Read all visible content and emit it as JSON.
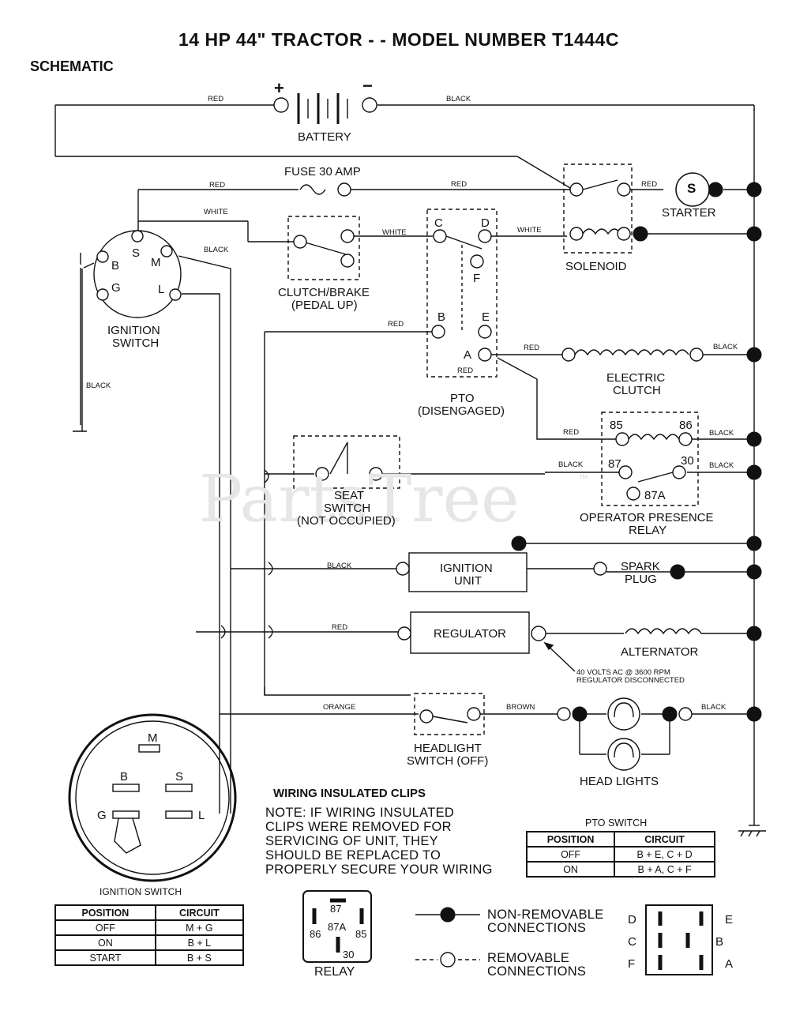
{
  "title": "14 HP 44\" TRACTOR - - MODEL NUMBER T1444C",
  "section": "SCHEMATIC",
  "watermark": "PartsTree",
  "trademark": "™",
  "components": {
    "battery": "BATTERY",
    "battery_pos": "+",
    "battery_neg": "−",
    "fuse": "FUSE 30 AMP",
    "starter": "STARTER",
    "starter_symbol": "S",
    "solenoid": "SOLENOID",
    "ignition_switch": [
      "IGNITION",
      "SWITCH"
    ],
    "clutch_brake": [
      "CLUTCH/BRAKE",
      "(PEDAL UP)"
    ],
    "pto": [
      "PTO",
      "(DISENGAGED)"
    ],
    "electric_clutch": [
      "ELECTRIC",
      "CLUTCH"
    ],
    "seat_switch": [
      "SEAT",
      "SWITCH",
      "(NOT OCCUPIED)"
    ],
    "operator_relay": [
      "OPERATOR PRESENCE",
      "RELAY"
    ],
    "ignition_unit": [
      "IGNITION",
      "UNIT"
    ],
    "spark_plug": [
      "SPARK",
      "PLUG"
    ],
    "regulator": "REGULATOR",
    "alternator": "ALTERNATOR",
    "alternator_note": [
      "40 VOLTS AC @ 3600 RPM",
      "REGULATOR DISCONNECTED"
    ],
    "headlight_switch": [
      "HEADLIGHT",
      "SWITCH (OFF)"
    ],
    "head_lights": "HEAD LIGHTS"
  },
  "wire_colors": {
    "red": "RED",
    "black": "BLACK",
    "white": "WHITE",
    "orange": "ORANGE",
    "brown": "BROWN"
  },
  "pins": {
    "ignition": [
      "S",
      "B",
      "M",
      "G",
      "L"
    ],
    "pto": [
      "C",
      "D",
      "F",
      "B",
      "E",
      "A"
    ],
    "relay": [
      "85",
      "86",
      "87",
      "30",
      "87A"
    ],
    "pto_red": "RED"
  },
  "ignition_switch_face": {
    "pins": [
      "M",
      "B",
      "S",
      "G",
      "L"
    ],
    "caption": "IGNITION SWITCH"
  },
  "ignition_table": {
    "headers": [
      "POSITION",
      "CIRCUIT"
    ],
    "rows": [
      [
        "OFF",
        "M + G"
      ],
      [
        "ON",
        "B + L"
      ],
      [
        "START",
        "B + S"
      ]
    ]
  },
  "pto_table": {
    "caption": "PTO SWITCH",
    "headers": [
      "POSITION",
      "CIRCUIT"
    ],
    "rows": [
      [
        "OFF",
        "B + E, C + D"
      ],
      [
        "ON",
        "B + A, C + F"
      ]
    ]
  },
  "clips_note": {
    "heading": "WIRING INSULATED CLIPS",
    "lines": [
      "NOTE: IF WIRING INSULATED",
      "CLIPS WERE REMOVED FOR",
      "SERVICING OF UNIT, THEY",
      "SHOULD BE REPLACED TO",
      "PROPERLY SECURE YOUR WIRING"
    ]
  },
  "relay_diagram": {
    "caption": "RELAY",
    "pins": [
      "87",
      "87A",
      "86",
      "85",
      "30"
    ]
  },
  "legend": {
    "non_removable": [
      "NON-REMOVABLE",
      "CONNECTIONS"
    ],
    "removable": [
      "REMOVABLE",
      "CONNECTIONS"
    ]
  },
  "pto_switch_diagram": {
    "left_pins": [
      "D",
      "C",
      "F"
    ],
    "right_pins": [
      "E",
      "B",
      "A"
    ]
  }
}
